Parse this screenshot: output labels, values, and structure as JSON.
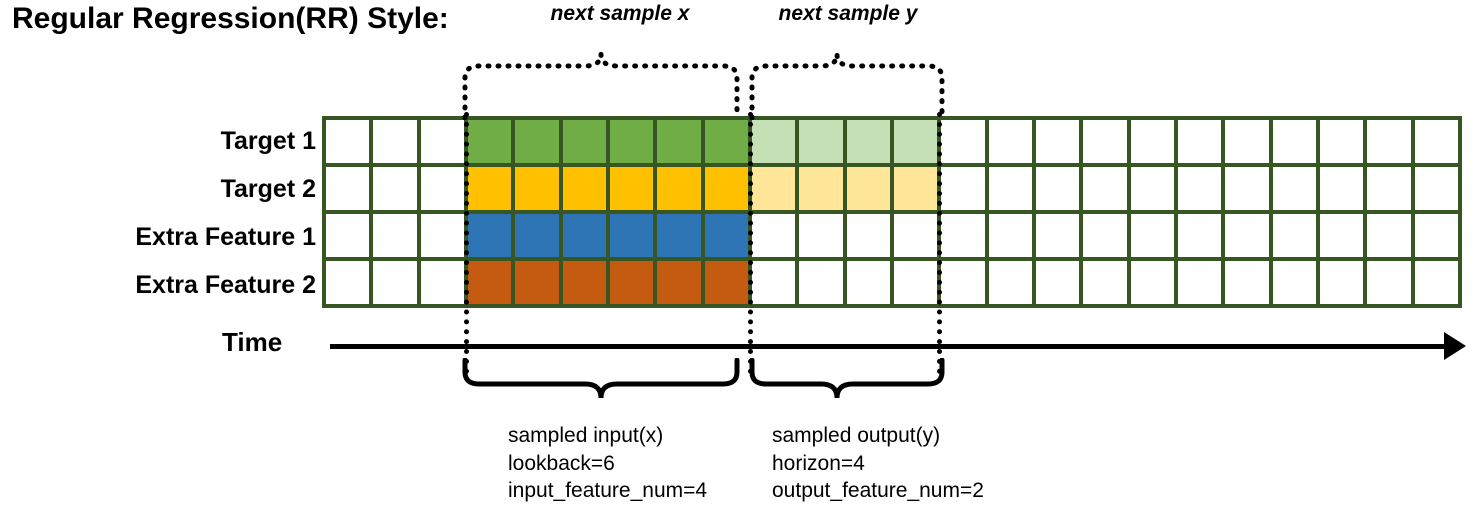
{
  "title": "Regular Regression(RR) Style:",
  "rows": [
    {
      "label": "Target 1",
      "key": "target1"
    },
    {
      "label": "Target 2",
      "key": "target2"
    },
    {
      "label": "Extra Feature 1",
      "key": "extra1"
    },
    {
      "label": "Extra Feature 2",
      "key": "extra2"
    }
  ],
  "grid": {
    "columns": 24,
    "input_start_col": 3,
    "input_end_col": 9,
    "output_start_col": 9,
    "output_end_col": 13,
    "border_color": "#375623",
    "empty_color": "#ffffff"
  },
  "colors": {
    "target1_input": "#70ad47",
    "target1_output": "#c5e0b4",
    "target2_input": "#ffc000",
    "target2_output": "#ffe699",
    "extra1_input": "#2e75b6",
    "extra2_input": "#c55a11",
    "grid_border": "#375623",
    "axis": "#000000"
  },
  "top_labels": [
    {
      "text": "next sample x",
      "id": "next-sample-x"
    },
    {
      "text": "next sample y",
      "id": "next-sample-y"
    }
  ],
  "time_axis": {
    "label": "Time"
  },
  "annotations": [
    {
      "id": "sampled-input",
      "lines": [
        "sampled input(x)",
        "lookback=6",
        "input_feature_num=4"
      ]
    },
    {
      "id": "sampled-output",
      "lines": [
        "sampled output(y)",
        "horizon=4",
        "output_feature_num=2"
      ]
    }
  ],
  "chart_data": {
    "type": "heatmap",
    "title": "Regular Regression(RR) Style:",
    "categories": [
      "Target 1",
      "Target 2",
      "Extra Feature 1",
      "Extra Feature 2"
    ],
    "columns": 24,
    "input_window": {
      "start": 3,
      "length": 6,
      "lookback": 6,
      "input_feature_num": 4
    },
    "output_window": {
      "start": 9,
      "length": 4,
      "horizon": 4,
      "output_feature_num": 2
    },
    "xlabel": "Time",
    "ylabel": "",
    "legend": [
      "next sample x",
      "next sample y"
    ],
    "grid": true
  }
}
